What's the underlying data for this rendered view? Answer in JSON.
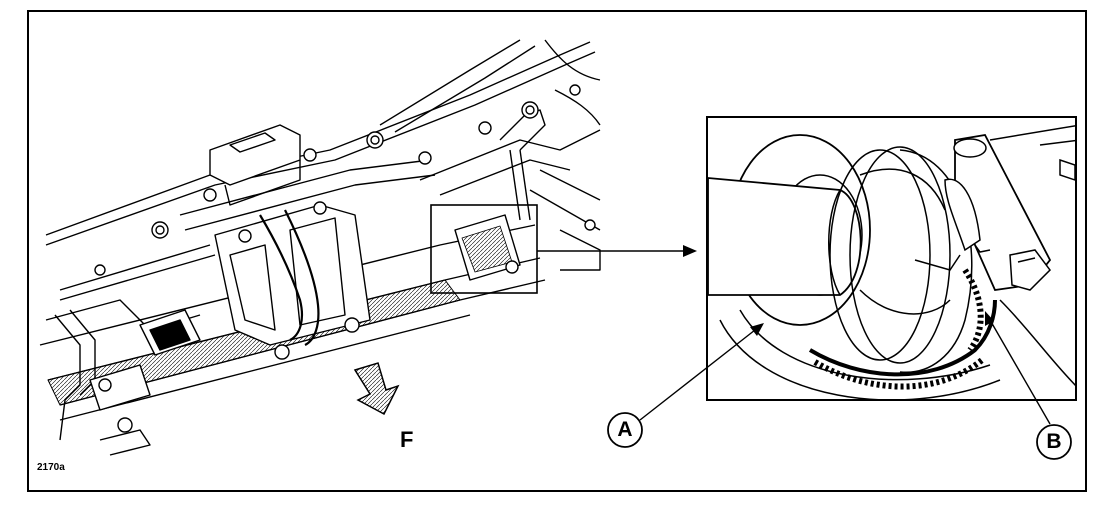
{
  "figure": {
    "id_label": "2170a",
    "direction_label": "F",
    "callouts": [
      {
        "letter": "A"
      },
      {
        "letter": "B"
      }
    ]
  }
}
